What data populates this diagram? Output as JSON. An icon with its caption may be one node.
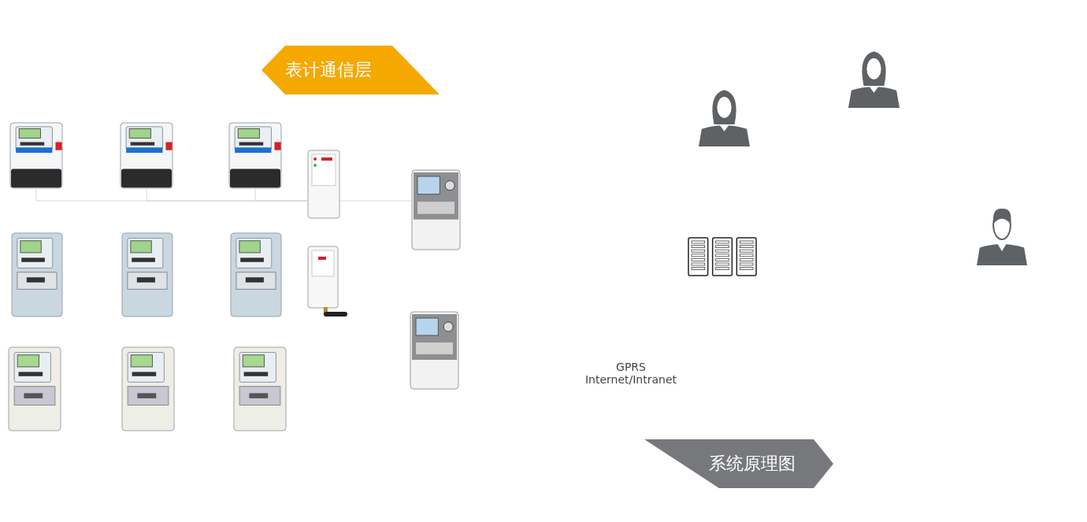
{
  "diagram": {
    "nodes": [
      {
        "text": [
          "表计通信层"
        ]
      },
      {
        "text": [],
        "shape": "picture"
      },
      {
        "text": [],
        "shape": "picture"
      },
      {
        "text": [],
        "shape": "picture"
      },
      {
        "text": [],
        "shape": "picture"
      },
      {
        "text": [],
        "shape": "picture"
      },
      {
        "text": [],
        "shape": "picture"
      },
      {
        "text": [],
        "shape": "picture"
      },
      {
        "text": [],
        "shape": "picture"
      },
      {
        "text": [],
        "shape": "picture"
      },
      {
        "text": [],
        "shape": "picture"
      },
      {
        "text": [],
        "shape": "picture"
      },
      {
        "text": [],
        "shape": "picture"
      },
      {
        "text": [],
        "shape": "picture"
      },
      {
        "text": [],
        "shape": "person"
      },
      {
        "text": [],
        "shape": "person"
      },
      {
        "text": [],
        "shape": "person"
      },
      {
        "text": [],
        "shape": "picture"
      },
      {
        "text": [
          "系统原理图"
        ]
      }
    ],
    "edges": [
      {
        "from": 1,
        "to": 4,
        "arrow": "none"
      },
      {
        "from": 2,
        "to": 4,
        "arrow": "none"
      },
      {
        "from": 3,
        "to": 4,
        "arrow": "none"
      },
      {
        "from": 4,
        "to": 5,
        "arrow": "none"
      }
    ],
    "labels": [
      "GPRS Internet/Intranet"
    ]
  }
}
